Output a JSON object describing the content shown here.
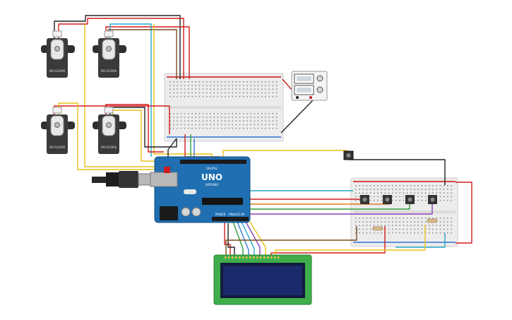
{
  "colors": {
    "background": "#ffffff",
    "wire_red": "#d01c1c",
    "wire_black": "#222222",
    "wire_blue": "#3a7bd5",
    "wire_green": "#2e9e3e",
    "wire_yellow": "#e6c21a",
    "wire_orange": "#e07b1a",
    "wire_purple": "#8a3fb8",
    "wire_cyan": "#27a9c9",
    "wire_brown": "#7a4a1e",
    "arduino_blue": "#1f6fb2",
    "breadboard": "#ececec",
    "servo_body": "#3a3a3a",
    "lcd_board": "#3fae4a",
    "lcd_screen": "#1b2a6b"
  },
  "servos": [
    {
      "label": "SM-S2309S"
    },
    {
      "label": "SM-S2309S"
    },
    {
      "label": "SM-S2309S"
    },
    {
      "label": "SM-S2309S"
    }
  ],
  "arduino": {
    "brand": "ARDUINO",
    "model": "UNO",
    "digital_label": "DIGITAL",
    "analog_label": "ANALOG IN",
    "power_label": "POWER"
  },
  "power_supply": {
    "icon": "power-supply-icon"
  },
  "icons": {
    "usb_cable": "usb-cable-icon",
    "push_button": "push-button-icon",
    "resistor": "resistor-icon"
  }
}
